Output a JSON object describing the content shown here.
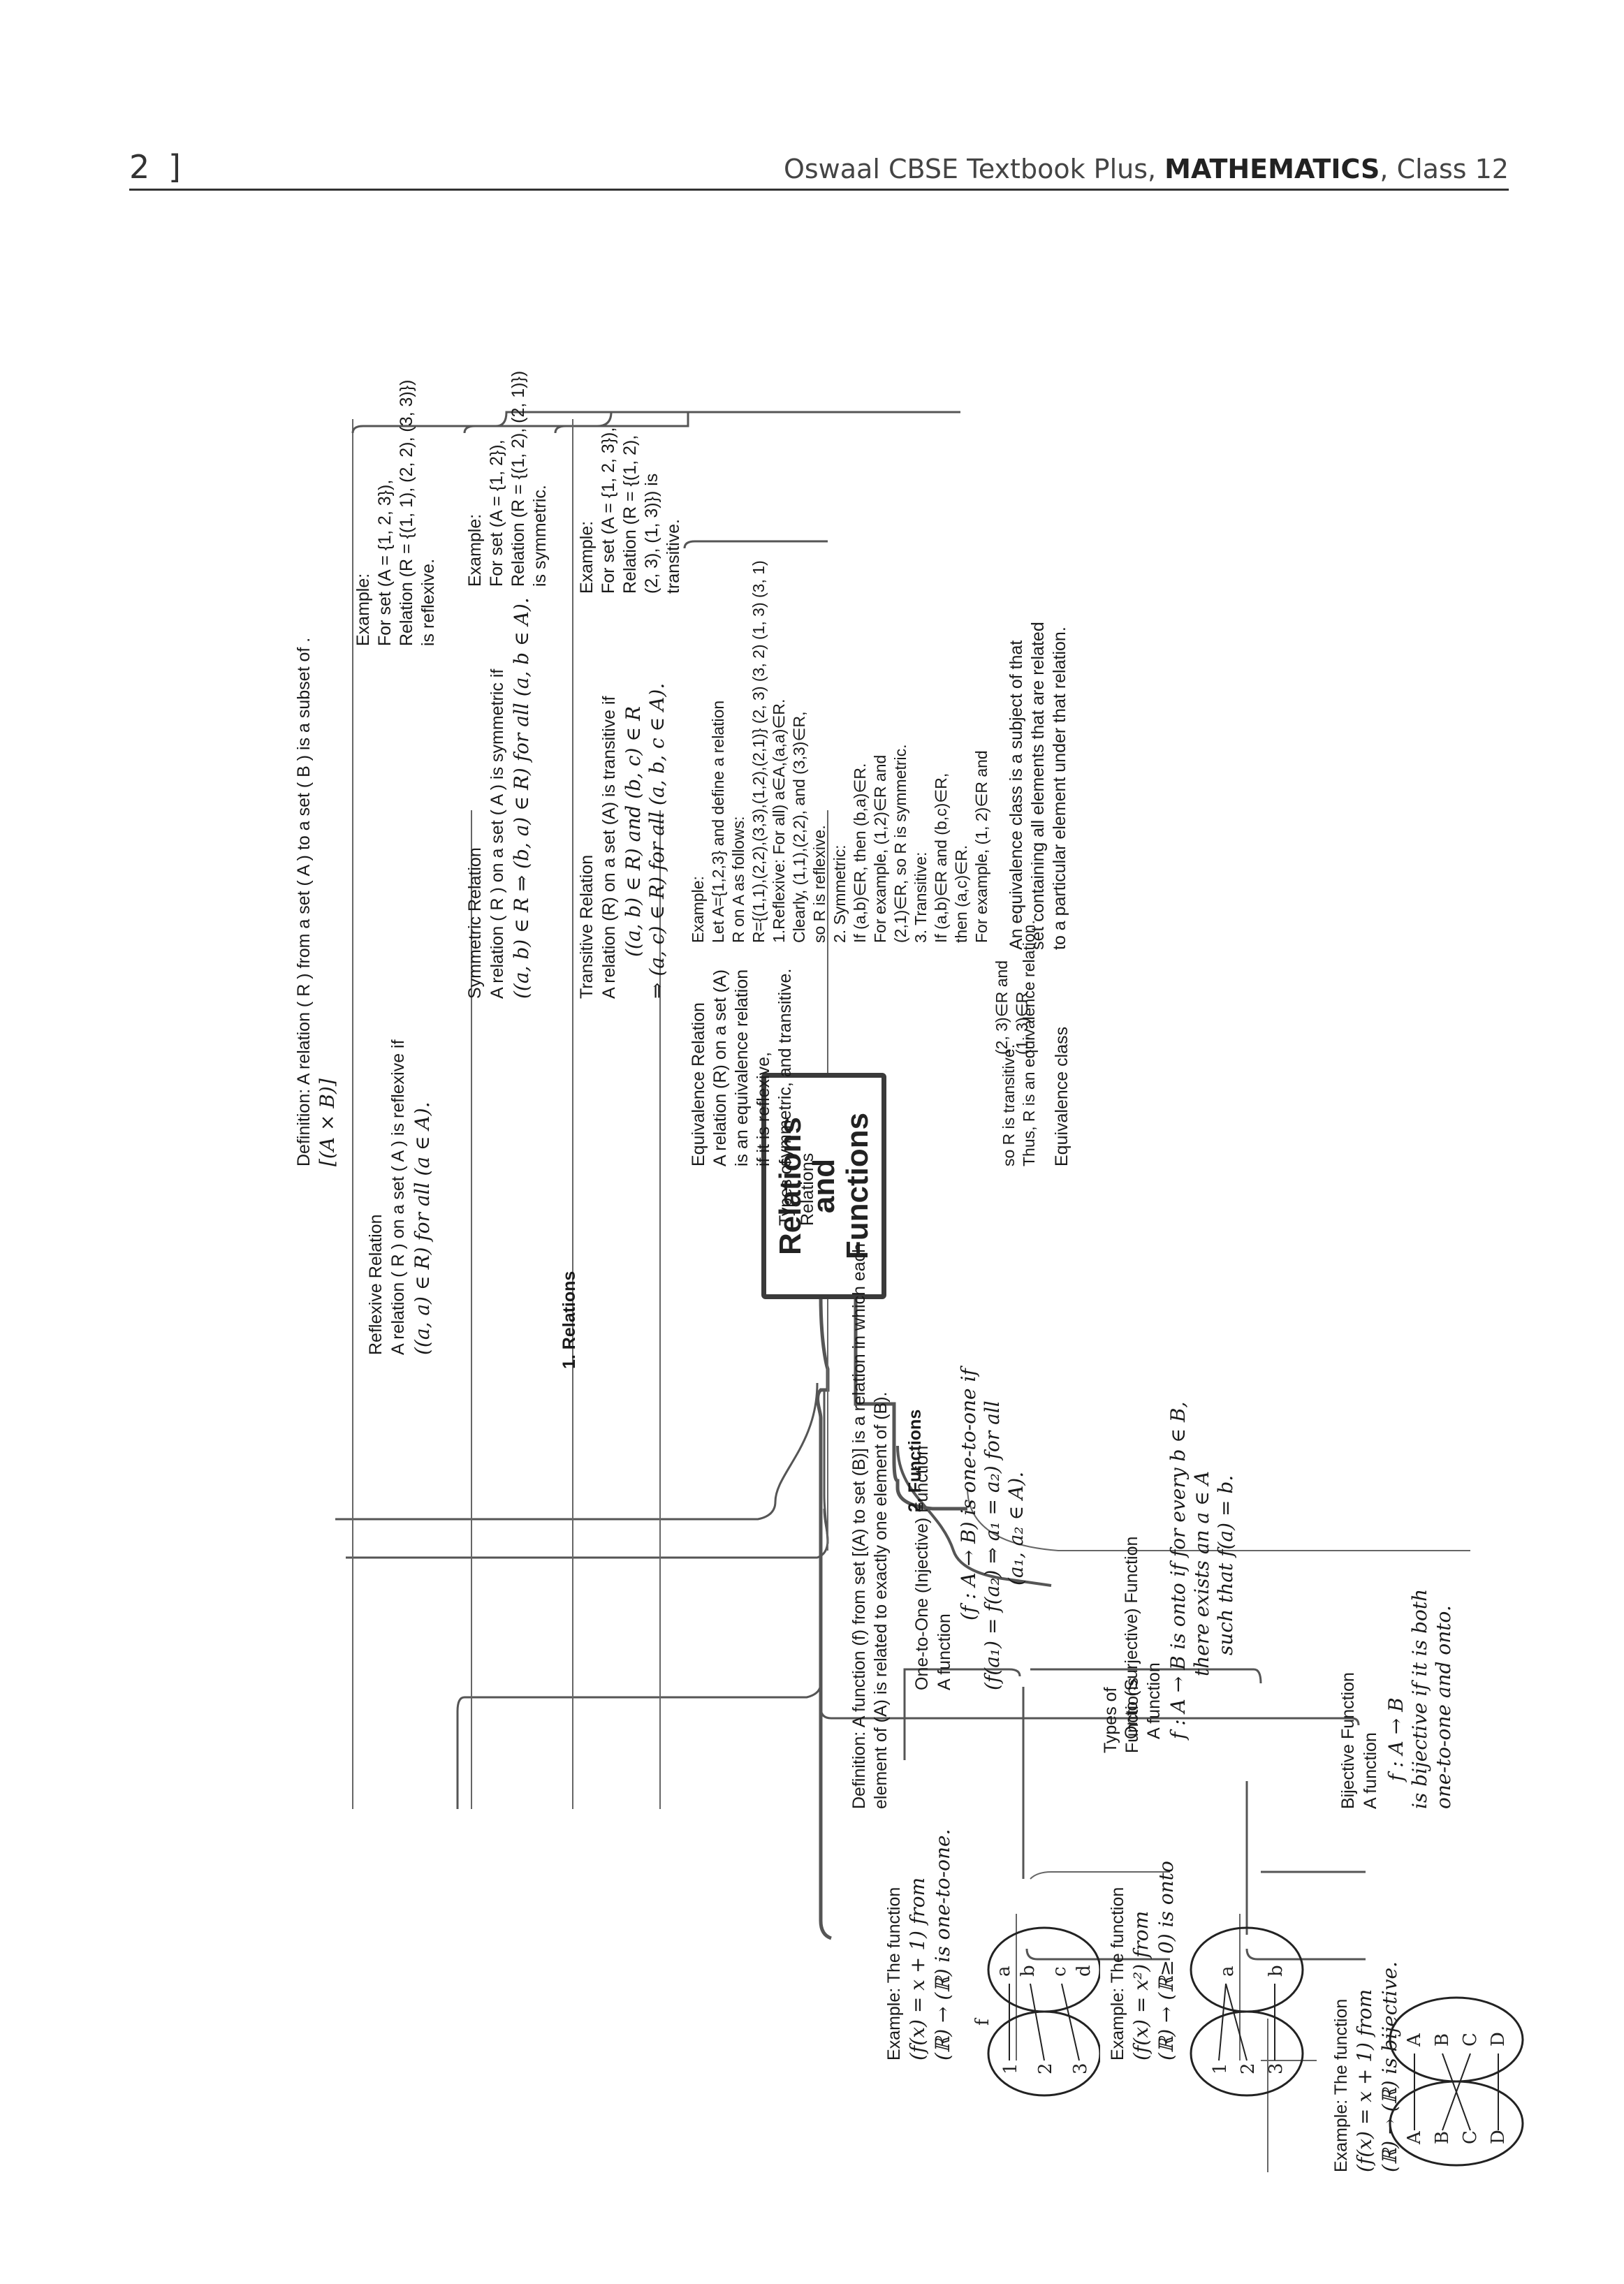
{
  "header": {
    "page_number": "2",
    "bracket": "]",
    "book_prefix": "Oswaal CBSE Textbook Plus, ",
    "book_subject": "MATHEMATICS",
    "book_suffix": ", Class 12"
  },
  "center": {
    "title_1": "Relations",
    "title_2": "and",
    "title_3": "Functions"
  },
  "relations": {
    "label": "1. Relations",
    "definition_1": "Definition: A relation ( R ) from a set ( A ) to a set ( B ) is a subset of .",
    "definition_2": "[(A × B)]",
    "types_label_1": "Types of",
    "types_label_2": "Relations",
    "reflexive": {
      "title": "Reflexive Relation",
      "line_1": "A relation ( R ) on a set ( A ) is reflexive if",
      "line_2": "((a, a) ∈ R) for all (a ∈ A).",
      "example": [
        "Example:",
        "For set (A = {1, 2, 3}),",
        "Relation (R = {(1, 1), (2, 2), (3, 3)})",
        "is reflexive."
      ]
    },
    "symmetric": {
      "title": "Symmetric Relation",
      "line_1": "A relation ( R ) on a set ( A ) is symmetric if",
      "line_2": "((a, b) ∈ R ⇒ (b, a) ∈ R) for all (a, b ∈ A).",
      "example": [
        "Example:",
        "For set (A = {1, 2}),",
        "Relation (R = {(1, 2), (2, 1)})",
        "is symmetric."
      ]
    },
    "transitive": {
      "title": "Transitive Relation",
      "line_1": "A relation (R) on a set (A) is transitive if",
      "line_2": "((a, b) ∈ R) and (b, c) ∈ R",
      "line_3": "⇒ (a, c) ∈ R)  for all (a, b, c ∈ A).",
      "example": [
        "Example:",
        "For set (A = {1, 2, 3}),",
        "Relation (R = {(1, 2),",
        "(2, 3), (1, 3)}) is",
        "transitive."
      ]
    },
    "equivalence": {
      "title": "Equivalence Relation",
      "lines": [
        "A relation (R) on a set (A)",
        "is an equivalence relation",
        "if it is reflexive,",
        "symmetric, and transitive."
      ],
      "example_left": [
        "Example:",
        "Let A={1,2,3} and define a relation",
        "R on A as follows:",
        "R={(1,1),(2,2),(3,3),(1,2),(2,1)} (2, 3) (3, 2) (1, 3) (3, 1)",
        "1.Reflexive: For all)  a∈A,(a,a)∈R.",
        "Clearly, (1,1),(2,2), and (3,3)∈R,",
        "so R is reflexive.",
        "2. Symmetric:",
        "If (a,b)∈R, then (b,a)∈R.",
        "For example, (1,2)∈R and",
        "(2,1)∈R, so R is symmetric.",
        "3. Transitive:",
        "If (a,b)∈R and (b,c)∈R,",
        "then (a,c)∈R.",
        "For example, (1, 2)∈R and"
      ],
      "example_right": [
        "(2, 3)∈R and",
        "(1, 3)∈R"
      ],
      "conclusion": [
        "so R is transitive.",
        "Thus, R is an equivalence relation."
      ]
    },
    "equivalence_class": {
      "title": "Equivalence class",
      "lines": [
        "An equivalence class is a subject of that",
        "set containing all elements that are related",
        "to a particular element under that relation."
      ]
    }
  },
  "functions": {
    "label": "2. Functions",
    "definition_1": "Definition: A function (f) from set [(A) to set (B)] is a relation in which each",
    "definition_2": "element of (A) is related to exactly one element of (B).",
    "types_label_1": "Types of",
    "types_label_2": "Functions",
    "one_one": {
      "title": "One-to-One (Injective) Function",
      "line_1": "A function",
      "line_2": "(f : A → B) is one-to-one if",
      "line_3": "(f(a₁) = f(a₂) ⇒ a₁ = a₂) for all",
      "line_4": "(a₁, a₂ ∈ A).",
      "example": [
        "Example: The function",
        "(f(x) = x + 1) from",
        "(ℝ) → (ℝ) is one-to-one."
      ]
    },
    "onto": {
      "title": "Onto (Surjective) Function",
      "line_1": "A function",
      "line_2": "f : A → B is onto if for every b ∈ B,",
      "line_3": "there exists an a ∈ A",
      "line_4": "such that f(a) = b.",
      "example": [
        "Example: The function",
        "(f(x) = x²) from",
        "(ℝ) → (ℝ≥ 0) is onto"
      ]
    },
    "bijective": {
      "title": "Bijective Function",
      "line_1": "A function",
      "line_2": "f : A → B",
      "line_3": "is bijective if it is both",
      "line_4": "one-to-one and onto.",
      "example": [
        "Example: The function",
        "(f(x) = x + 1) from",
        "(ℝ) → (ℝ) is bijective."
      ]
    },
    "diagram_one_one": {
      "arrow_label": "f",
      "domain": [
        "1",
        "2",
        "3"
      ],
      "codomain": [
        "a",
        "b",
        "c",
        "d"
      ]
    },
    "diagram_onto": {
      "domain": [
        "1",
        "2",
        "3"
      ],
      "codomain": [
        "a",
        "b"
      ]
    },
    "diagram_bijective": {
      "domain": [
        "A",
        "B",
        "C",
        "D"
      ],
      "codomain": [
        "A",
        "B",
        "C",
        "D"
      ]
    }
  }
}
